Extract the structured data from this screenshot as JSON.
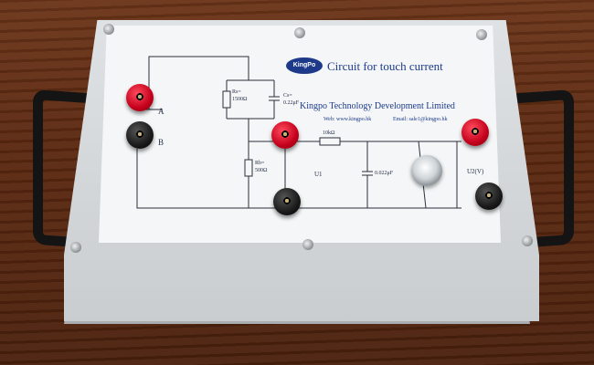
{
  "panel": {
    "logo_text": "KingPo",
    "title": "Circuit for touch current",
    "company": "Kingpo Technology Development Limited",
    "web": "Web: www.kingpo.hk",
    "email": "Email: sale1@kingpo.hk"
  },
  "components": {
    "rs_label": "Rs=",
    "rs_value": "1500Ω",
    "cs_label": "Cs=",
    "cs_value": "0.22μF",
    "rb_label": "Rb=",
    "rb_value": "500Ω",
    "r1_value": "10kΩ",
    "c1_value": "0.022μF"
  },
  "terminals": {
    "a": "A",
    "b": "B",
    "u1": "U1",
    "u2": "U2(V)"
  },
  "colors": {
    "panel_text": "#1d3a8a",
    "terminal_red": "#d0021b",
    "terminal_black": "#111111",
    "enclosure": "#d6d9db",
    "handles": "#141414"
  }
}
